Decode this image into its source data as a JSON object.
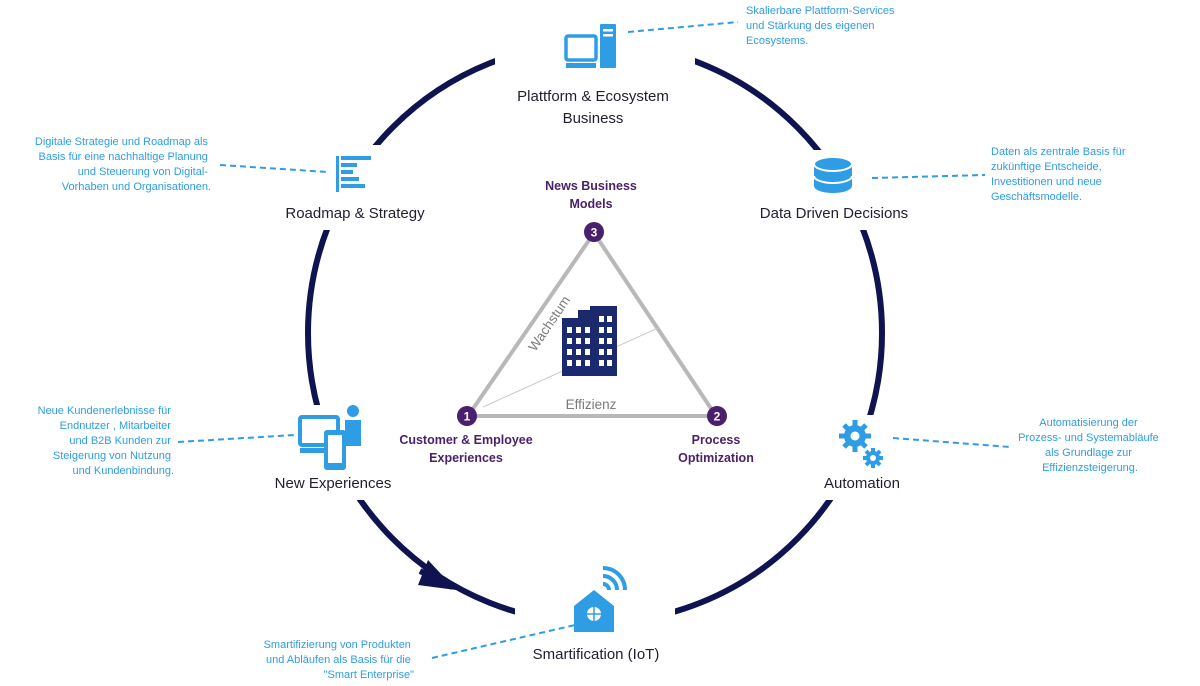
{
  "colors": {
    "ring": "#0f1450",
    "icon": "#2e9de4",
    "description": "#2e9de4",
    "triangle": "#b8b8b8",
    "badge": "#4a1f6b",
    "building": "#1b2a6e"
  },
  "nodes": {
    "platform": {
      "label_line1": "Plattform & Ecosystem",
      "label_line2": "Business",
      "icon": "computer-icon",
      "desc": [
        "Skalierbare Plattform-Services",
        "und Stärkung des eigenen",
        "Ecosystems."
      ]
    },
    "data": {
      "label": "Data Driven Decisions",
      "icon": "database-icon",
      "desc": [
        "Daten als zentrale Basis für",
        "zukünftige Entscheide,",
        "Investitionen und neue",
        "Geschäftsmodelle."
      ]
    },
    "automation": {
      "label": "Automation",
      "icon": "gears-icon",
      "desc": [
        "Automatisierung der",
        "Prozess- und Systemabläufe",
        "als Grundlage zur",
        "Effizienzsteigerung."
      ]
    },
    "iot": {
      "label": "Smartification (IoT)",
      "icon": "smart-home-icon",
      "desc": [
        "Smartifizierung von Produkten",
        "und Abläufen als Basis für die",
        "\"Smart Enterprise\""
      ]
    },
    "experiences": {
      "label": "New Experiences",
      "icon": "devices-icon",
      "desc": [
        "Neue Kundenerlebnisse für",
        "Endnutzer , Mitarbeiter",
        "und B2B Kunden zur",
        "Steigerung von Nutzung",
        "und Kundenbindung."
      ]
    },
    "roadmap": {
      "label": "Roadmap & Strategy",
      "icon": "roadmap-chart-icon",
      "desc": [
        "Digitale Strategie und Roadmap als",
        "Basis für  eine nachhaltige  Planung",
        "und Steuerung von Digital-",
        "Vorhaben und Organisationen."
      ]
    }
  },
  "triangle": {
    "center_icon": "office-building-icon",
    "edge_growth": "Wachstum",
    "edge_efficiency": "Effizienz",
    "vertices": [
      {
        "num": "1",
        "line1": "Customer & Employee",
        "line2": "Experiences"
      },
      {
        "num": "2",
        "line1": "Process",
        "line2": "Optimization"
      },
      {
        "num": "3",
        "line1": "News Business",
        "line2": "Models"
      }
    ]
  }
}
